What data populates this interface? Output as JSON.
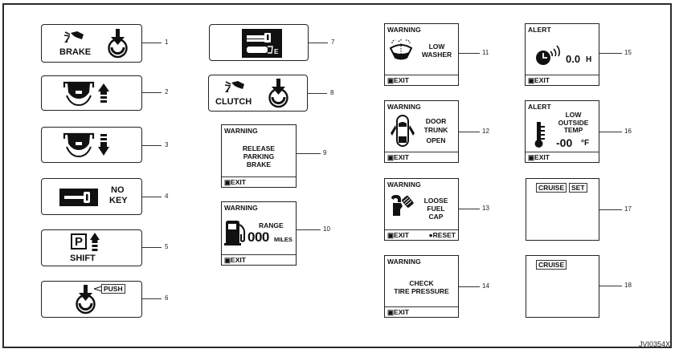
{
  "figure": {
    "id_label": "JVI0354X",
    "callouts": [
      "1",
      "2",
      "3",
      "4",
      "5",
      "6",
      "7",
      "8",
      "9",
      "10",
      "11",
      "12",
      "13",
      "14",
      "15",
      "16",
      "17",
      "18"
    ]
  },
  "indicators": {
    "brake": {
      "label": "BRAKE"
    },
    "no_key": {
      "line1": "NO",
      "line2": "KEY"
    },
    "shift": {
      "label": "SHIFT",
      "gear": "P"
    },
    "push": {
      "label": "PUSH"
    },
    "key_e": {
      "letter": "E"
    },
    "clutch": {
      "label": "CLUTCH"
    }
  },
  "displays": {
    "parking_brake": {
      "header": "WARNING",
      "lines": [
        "RELEASE",
        "PARKING",
        "BRAKE"
      ],
      "exit": "EXIT"
    },
    "range": {
      "header": "WARNING",
      "label": "RANGE",
      "value": "000",
      "unit": "MILES",
      "exit": "EXIT"
    },
    "low_washer": {
      "header": "WARNING",
      "lines": [
        "LOW",
        "WASHER"
      ],
      "exit": "EXIT"
    },
    "door_open": {
      "header": "WARNING",
      "lines": [
        "DOOR",
        "TRUNK",
        "OPEN"
      ],
      "exit": "EXIT"
    },
    "fuel_cap": {
      "header": "WARNING",
      "lines": [
        "LOOSE",
        "FUEL",
        "CAP"
      ],
      "exit": "EXIT",
      "reset": "RESET"
    },
    "tire_pressure": {
      "header": "WARNING",
      "lines": [
        "CHECK",
        "TIRE PRESSURE"
      ],
      "exit": "EXIT"
    },
    "timer": {
      "header": "ALERT",
      "value": "0.0",
      "unit": "H",
      "exit": "EXIT"
    },
    "outside_temp": {
      "header": "ALERT",
      "lines": [
        "LOW",
        "OUTSIDE",
        "TEMP"
      ],
      "value": "-00",
      "unit": "°F",
      "exit": "EXIT"
    },
    "cruise_set": {
      "tag1": "CRUISE",
      "tag2": "SET"
    },
    "cruise": {
      "tag1": "CRUISE"
    }
  }
}
